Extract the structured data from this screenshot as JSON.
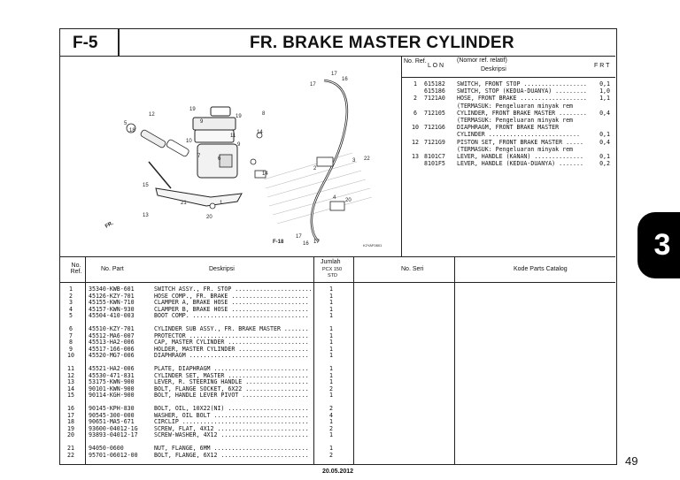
{
  "header": {
    "code": "F-5",
    "title": "FR. BRAKE MASTER CYLINDER"
  },
  "lon_table": {
    "headers": {
      "no_ref": "No. Ref.",
      "lon": "L O N",
      "desc_note": "(Nomor ref. relatif)",
      "desc": "Deskripsi",
      "frt": "F R T"
    },
    "rows": [
      {
        "ref": "1",
        "lon": "615182",
        "desc": "SWITCH, FRONT STOP ..................",
        "frt": "0,1"
      },
      {
        "ref": "",
        "lon": "615186",
        "desc": "SWITCH, STOP (KEDUA-DUANYA) .........",
        "frt": "1,0"
      },
      {
        "ref": "2",
        "lon": "7121A0",
        "desc": "HOSE, FRONT BRAKE ...................",
        "frt": "1,1"
      },
      {
        "ref": "",
        "lon": "",
        "desc": "(TERMASUK: Pengeluaran minyak rem",
        "frt": ""
      },
      {
        "ref": "6",
        "lon": "712105",
        "desc": "CYLINDER, FRONT BRAKE MASTER ........",
        "frt": "0,4"
      },
      {
        "ref": "",
        "lon": "",
        "desc": "(TERMASUK: Pengeluaran minyak rem",
        "frt": ""
      },
      {
        "ref": "10",
        "lon": "7121G6",
        "desc": "DIAPHRAGM, FRONT BRAKE MASTER",
        "frt": ""
      },
      {
        "ref": "",
        "lon": "",
        "desc": "  CYLINDER ..........................",
        "frt": "0,1"
      },
      {
        "ref": "12",
        "lon": "7121G9",
        "desc": "PISTON SET, FRONT BRAKE MASTER .....",
        "frt": "0,4"
      },
      {
        "ref": "",
        "lon": "",
        "desc": "(TERMASUK: Pengeluaran minyak rem",
        "frt": ""
      },
      {
        "ref": "13",
        "lon": "8101C7",
        "desc": "LEVER, HANDLE (KANAN) ..............",
        "frt": "0,1"
      },
      {
        "ref": "",
        "lon": "8101F5",
        "desc": "LEVER, HANDLE (KEDUA-DUANYA) .......",
        "frt": "0,2"
      }
    ]
  },
  "parts_table": {
    "headers": {
      "no_ref": "No. Ref.",
      "part": "No. Part",
      "desc": "Deskripsi",
      "qty": "Jumlah",
      "qty_model": "PCX 150",
      "qty_sub": "STD",
      "serial": "No. Seri",
      "catalog": "Kode Parts Catalog"
    },
    "rows": [
      {
        "ref": "1",
        "part": "35340-KWB-601",
        "desc": "SWITCH ASSY., FR. STOP ......................",
        "qty": "1"
      },
      {
        "ref": "2",
        "part": "45126-KZY-701",
        "desc": "HOSE COMP., FR. BRAKE ......................",
        "qty": "1"
      },
      {
        "ref": "3",
        "part": "45155-KWN-710",
        "desc": "CLAMPER A, BRAKE HOSE ......................",
        "qty": "1"
      },
      {
        "ref": "4",
        "part": "45157-KWN-930",
        "desc": "CLAMPER B, BRAKE HOSE ......................",
        "qty": "1"
      },
      {
        "ref": "5",
        "part": "45504-410-003",
        "desc": "BOOT COMP. .................................",
        "qty": "1"
      },
      {
        "ref": "6",
        "part": "45510-KZY-701",
        "desc": "CYLINDER SUB ASSY., FR. BRAKE MASTER .......",
        "qty": "1"
      },
      {
        "ref": "7",
        "part": "45512-MA6-007",
        "desc": "PROTECTOR ..................................",
        "qty": "1"
      },
      {
        "ref": "8",
        "part": "45513-HA2-006",
        "desc": "CAP, MASTER CYLINDER .......................",
        "qty": "1"
      },
      {
        "ref": "9",
        "part": "45517-166-006",
        "desc": "HOLDER, MASTER CYLINDER ....................",
        "qty": "1"
      },
      {
        "ref": "10",
        "part": "45520-MG7-006",
        "desc": "DIAPHRAGM ..................................",
        "qty": "1"
      },
      {
        "ref": "11",
        "part": "45521-HA2-006",
        "desc": "PLATE, DIAPHRAGM ...........................",
        "qty": "1"
      },
      {
        "ref": "12",
        "part": "45530-471-831",
        "desc": "CYLINDER SET, MASTER .......................",
        "qty": "1"
      },
      {
        "ref": "13",
        "part": "53175-KWN-900",
        "desc": "LEVER, R. STEERING HANDLE ..................",
        "qty": "1"
      },
      {
        "ref": "14",
        "part": "90101-KWN-900",
        "desc": "BOLT, FLANGE SOCKET, 6X22 ..................",
        "qty": "2"
      },
      {
        "ref": "15",
        "part": "90114-KGH-900",
        "desc": "BOLT, HANDLE LEVER PIVOT ...................",
        "qty": "1"
      },
      {
        "ref": "16",
        "part": "90145-KPH-830",
        "desc": "BOLT, OIL, 10X22(NI) .......................",
        "qty": "2"
      },
      {
        "ref": "17",
        "part": "90545-300-000",
        "desc": "WASHER, OIL BOLT ...........................",
        "qty": "4"
      },
      {
        "ref": "18",
        "part": "90651-MA5-671",
        "desc": "CIRCLIP ....................................",
        "qty": "1"
      },
      {
        "ref": "19",
        "part": "93600-04012-1G",
        "desc": "SCREW, FLAT, 4X12 ..........................",
        "qty": "2"
      },
      {
        "ref": "20",
        "part": "93893-04012-17",
        "desc": "SCREW-WASHER, 4X12 .........................",
        "qty": "1"
      },
      {
        "ref": "21",
        "part": "94050-0600",
        "desc": "NUT, FLANGE, 6MM ...........................",
        "qty": "1"
      },
      {
        "ref": "22",
        "part": "95701-06012-00",
        "desc": "BOLT, FLANGE, 6X12 .........................",
        "qty": "2"
      }
    ]
  },
  "diagram": {
    "callouts": [
      "1",
      "2",
      "3",
      "4",
      "5",
      "6",
      "7",
      "8",
      "9",
      "10",
      "11",
      "12",
      "13",
      "14",
      "15",
      "16",
      "17",
      "18",
      "19",
      "20",
      "21",
      "22"
    ],
    "fig_ref": "F-18",
    "small_code": "K2YAF0801",
    "front_marker": "FR."
  },
  "section_tab": "3",
  "page_number": "49",
  "footer_date": "20.05.2012"
}
